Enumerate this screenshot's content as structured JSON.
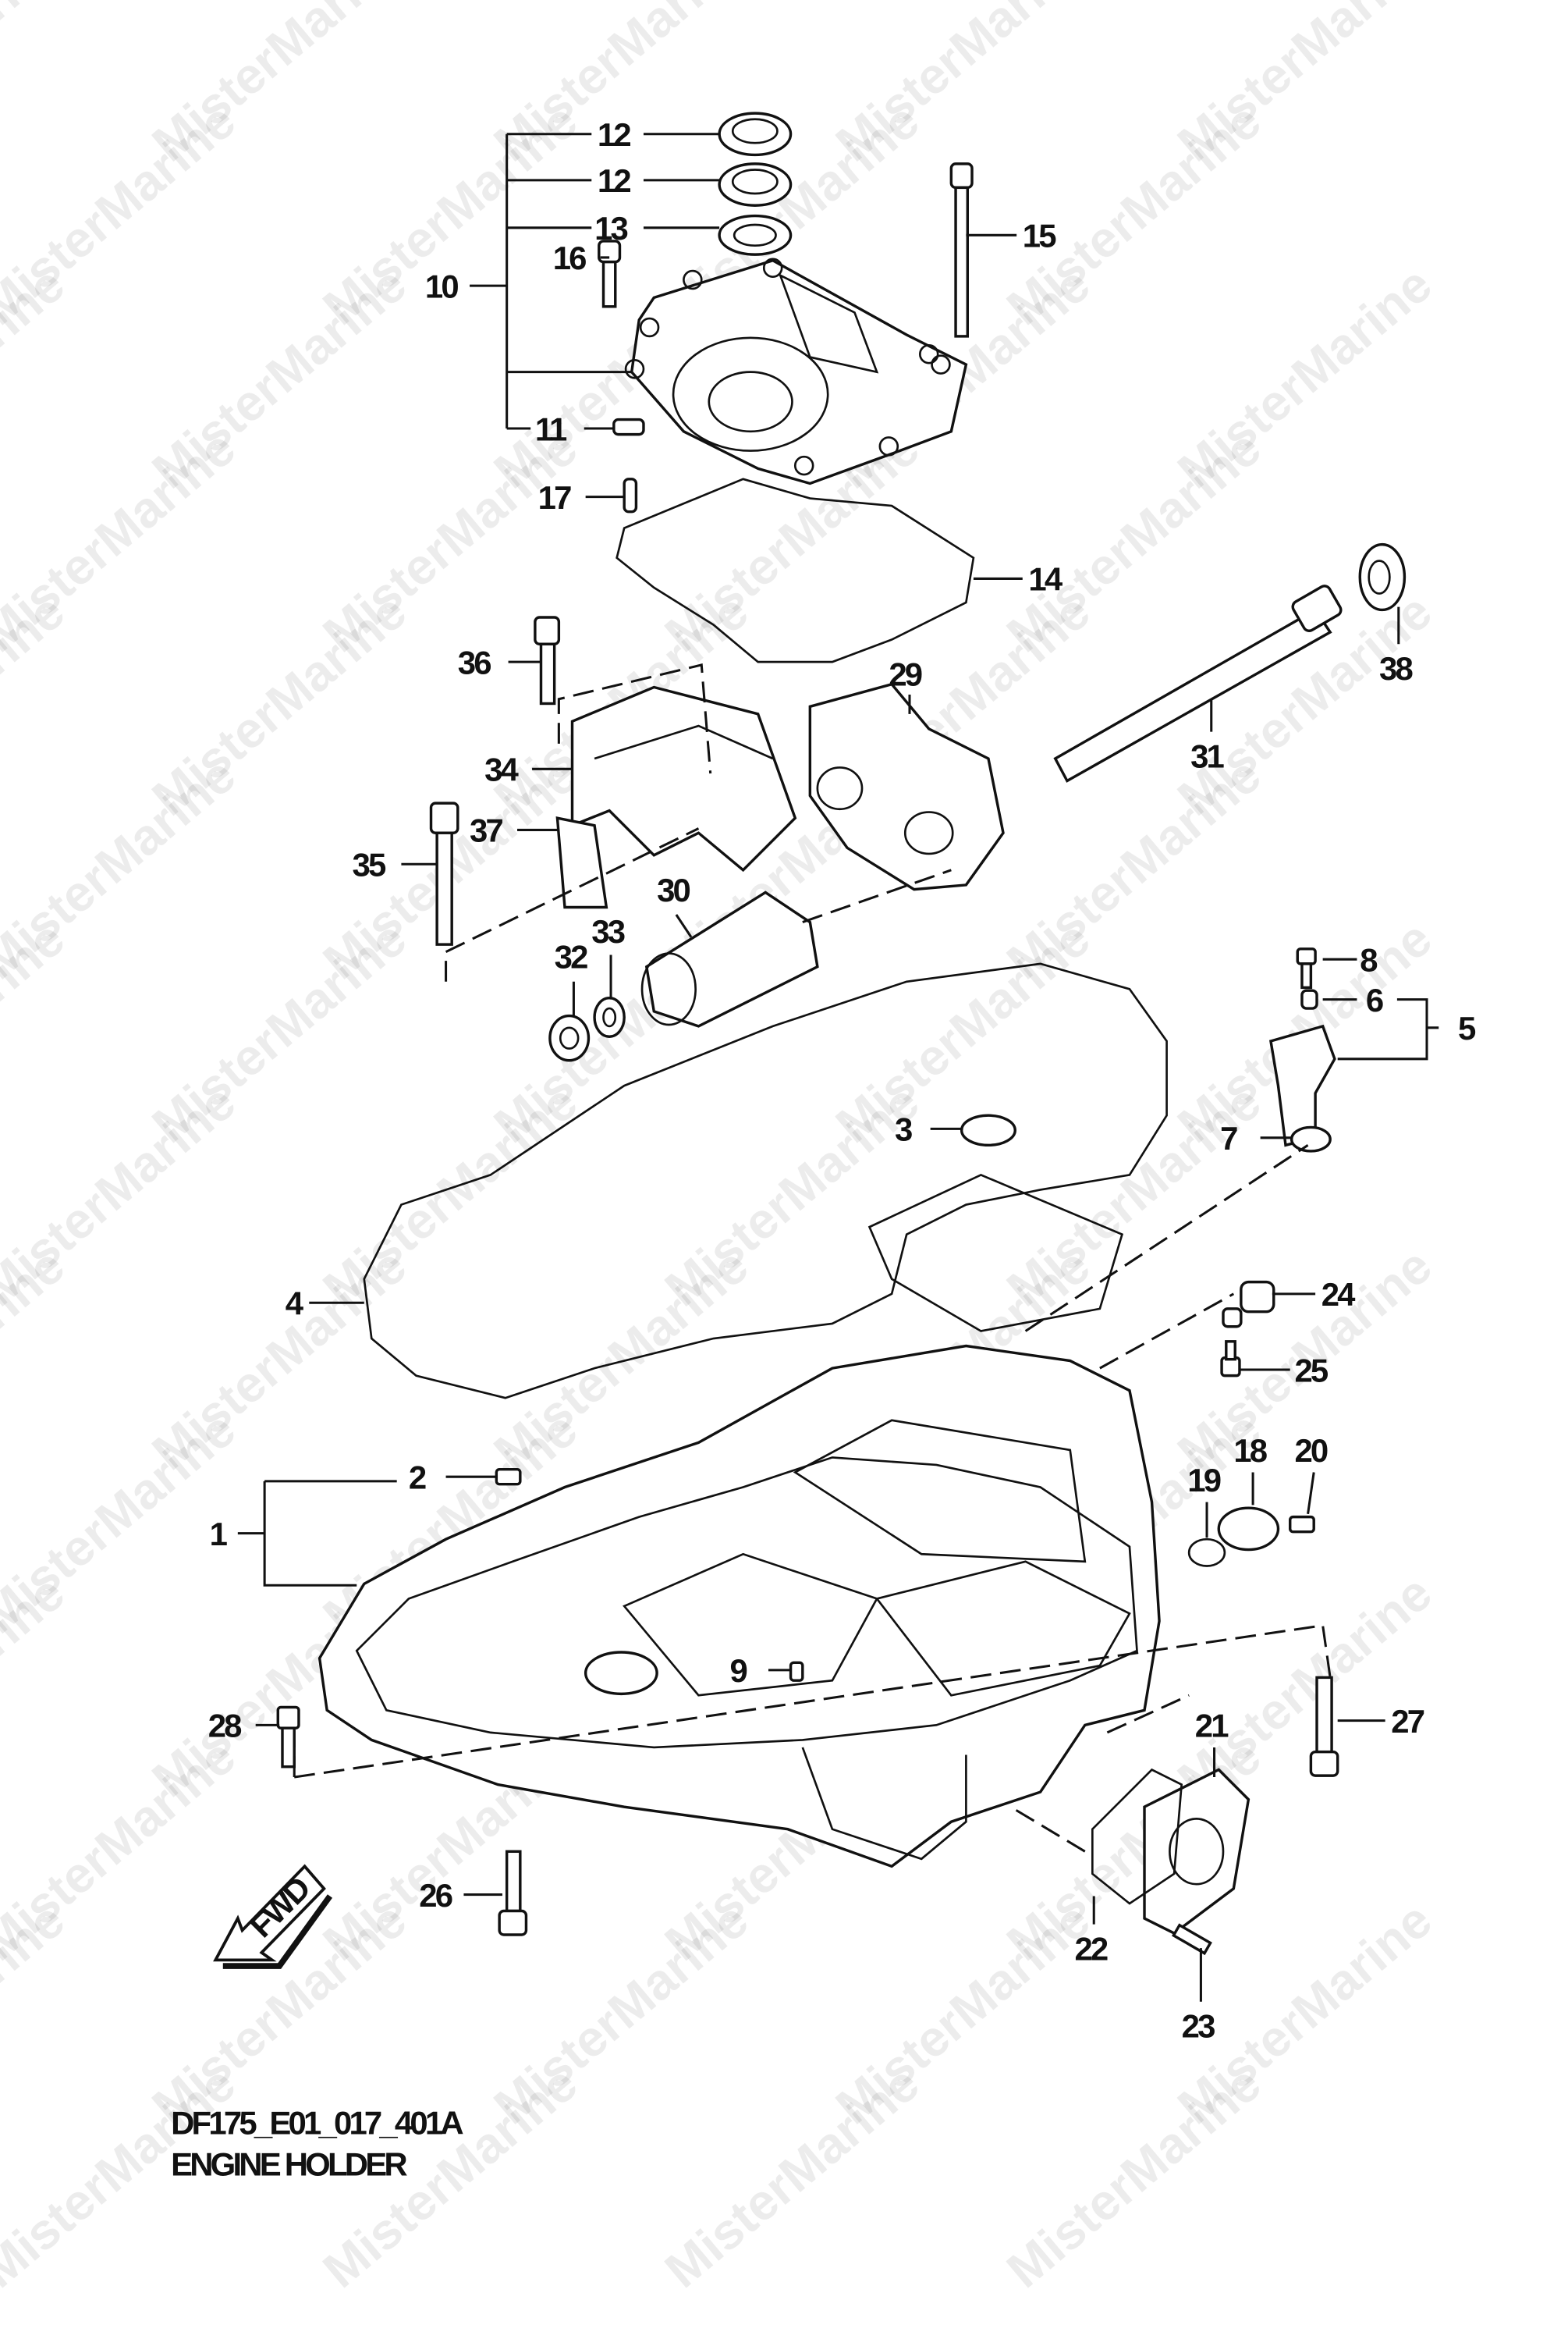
{
  "diagram": {
    "code": "DF175_E01_017_401A",
    "title": "ENGINE HOLDER",
    "watermark": "MisterMarine",
    "fwd_label": "FWD"
  },
  "callouts": [
    "12",
    "12",
    "13",
    "16",
    "15",
    "10",
    "11",
    "17",
    "14",
    "36",
    "29",
    "38",
    "34",
    "31",
    "37",
    "35",
    "30",
    "33",
    "32",
    "8",
    "6",
    "5",
    "3",
    "7",
    "4",
    "24",
    "25",
    "18",
    "20",
    "19",
    "2",
    "1",
    "9",
    "28",
    "27",
    "21",
    "26",
    "22",
    "23"
  ]
}
